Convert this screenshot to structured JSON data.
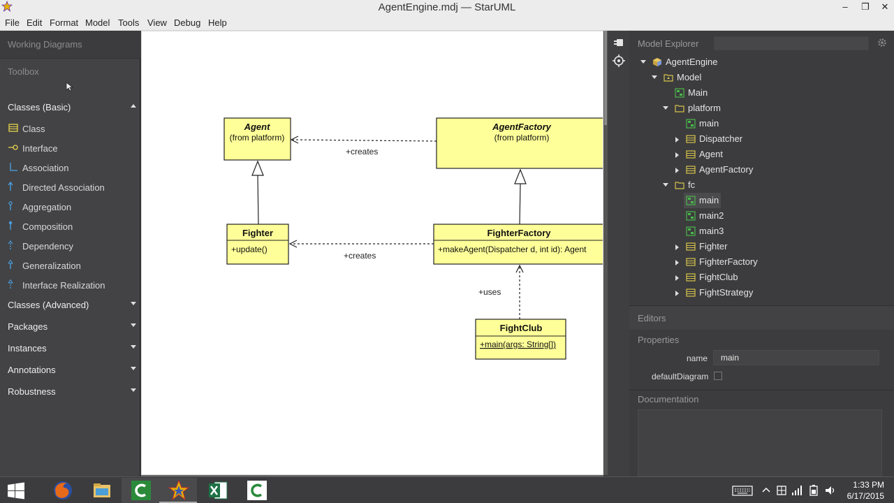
{
  "window": {
    "title": "AgentEngine.mdj — StarUML"
  },
  "menu": [
    "File",
    "Edit",
    "Format",
    "Model",
    "Tools",
    "View",
    "Debug",
    "Help"
  ],
  "left_panel": {
    "working_diagrams_label": "Working Diagrams",
    "toolbox_label": "Toolbox",
    "groups": [
      {
        "label": "Classes (Basic)",
        "expanded": true,
        "items": [
          "Class",
          "Interface",
          "Association",
          "Directed Association",
          "Aggregation",
          "Composition",
          "Dependency",
          "Generalization",
          "Interface Realization"
        ]
      },
      {
        "label": "Classes (Advanced)",
        "expanded": false
      },
      {
        "label": "Packages",
        "expanded": false
      },
      {
        "label": "Instances",
        "expanded": false
      },
      {
        "label": "Annotations",
        "expanded": false
      },
      {
        "label": "Robustness",
        "expanded": false
      }
    ]
  },
  "diagram": {
    "classes": {
      "agent": {
        "name": "Agent",
        "subtitle": "(from platform)"
      },
      "agent_factory": {
        "name": "AgentFactory",
        "subtitle": "(from platform)"
      },
      "fighter": {
        "name": "Fighter",
        "operation": "+update()"
      },
      "fighter_factory": {
        "name": "FighterFactory",
        "operation": "+makeAgent(Dispatcher d, int id): Agent"
      },
      "fight_club": {
        "name": "FightClub",
        "operation": "+main(args: String[])"
      }
    },
    "relations": {
      "creates_top": "+creates",
      "creates_bottom": "+creates",
      "uses": "+uses"
    }
  },
  "model_explorer": {
    "title": "Model Explorer",
    "tree": [
      {
        "label": "AgentEngine",
        "icon": "project-icon",
        "toggle": "open"
      },
      {
        "label": "Model",
        "icon": "model-icon",
        "toggle": "open"
      },
      {
        "label": "Main",
        "icon": "diagram-icon",
        "toggle": "none"
      },
      {
        "label": "platform",
        "icon": "package-icon",
        "toggle": "open"
      },
      {
        "label": "main",
        "icon": "diagram-icon",
        "toggle": "none"
      },
      {
        "label": "Dispatcher",
        "icon": "class-icon",
        "toggle": "closed"
      },
      {
        "label": "Agent",
        "icon": "class-icon",
        "toggle": "closed"
      },
      {
        "label": "AgentFactory",
        "icon": "class-icon",
        "toggle": "closed"
      },
      {
        "label": "fc",
        "icon": "package-icon",
        "toggle": "open"
      },
      {
        "label": "main",
        "icon": "diagram-icon",
        "toggle": "none",
        "selected": true
      },
      {
        "label": "main2",
        "icon": "diagram-icon",
        "toggle": "none"
      },
      {
        "label": "main3",
        "icon": "diagram-icon",
        "toggle": "none"
      },
      {
        "label": "Fighter",
        "icon": "class-icon",
        "toggle": "closed"
      },
      {
        "label": "FighterFactory",
        "icon": "class-icon",
        "toggle": "closed"
      },
      {
        "label": "FightClub",
        "icon": "class-icon",
        "toggle": "closed"
      },
      {
        "label": "FightStrategy",
        "icon": "class-icon",
        "toggle": "closed"
      }
    ]
  },
  "editors": {
    "title": "Editors",
    "properties_title": "Properties",
    "name_label": "name",
    "name_value": "main",
    "default_diagram_label": "defaultDiagram",
    "default_diagram_checked": false,
    "documentation_title": "Documentation"
  },
  "taskbar": {
    "apps": [
      "windows-start",
      "firefox",
      "file-explorer",
      "camtasia-recorder",
      "staruml",
      "excel",
      "camtasia-studio"
    ],
    "time": "1:33 PM",
    "date": "6/17/2015"
  },
  "colors": {
    "class_fill": "#ffff99",
    "panel_bg": "#434345",
    "canvas_bg": "#ffffff"
  }
}
